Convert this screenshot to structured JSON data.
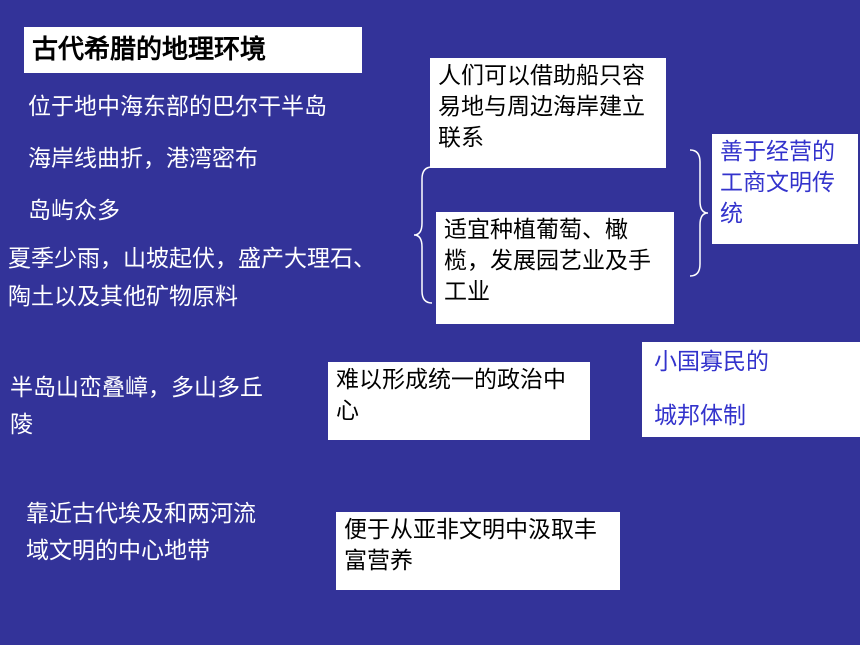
{
  "title": "古代希腊的地理环境",
  "left_items": [
    "位于地中海东部的巴尔干半岛",
    "海岸线曲折，港湾密布",
    "岛屿众多",
    "夏季少雨，山坡起伏，盛产大理石、陶土以及其他矿物原料",
    "半岛山峦叠嶂，多山多丘陵",
    "靠近古代埃及和两河流域文明的中心地带"
  ],
  "boxes": {
    "ship": "人们可以借助船只容易地与周边海岸建立联系",
    "grape": "适宜种植葡萄、橄榄，发展园艺业及手工业",
    "politics": "难以形成统一的政治中心",
    "nutrition": "便于从亚非文明中汲取丰富营养",
    "commerce": "善于经营的工商文明传统",
    "citystate_line1": "小国寡民的",
    "citystate_line2": "城邦体制"
  },
  "colors": {
    "background": "#333399",
    "left_text": "#ffffff",
    "box_background": "#ffffff",
    "box_text": "#000000",
    "result_text": "#3333cc",
    "brace": "#ffffff"
  }
}
